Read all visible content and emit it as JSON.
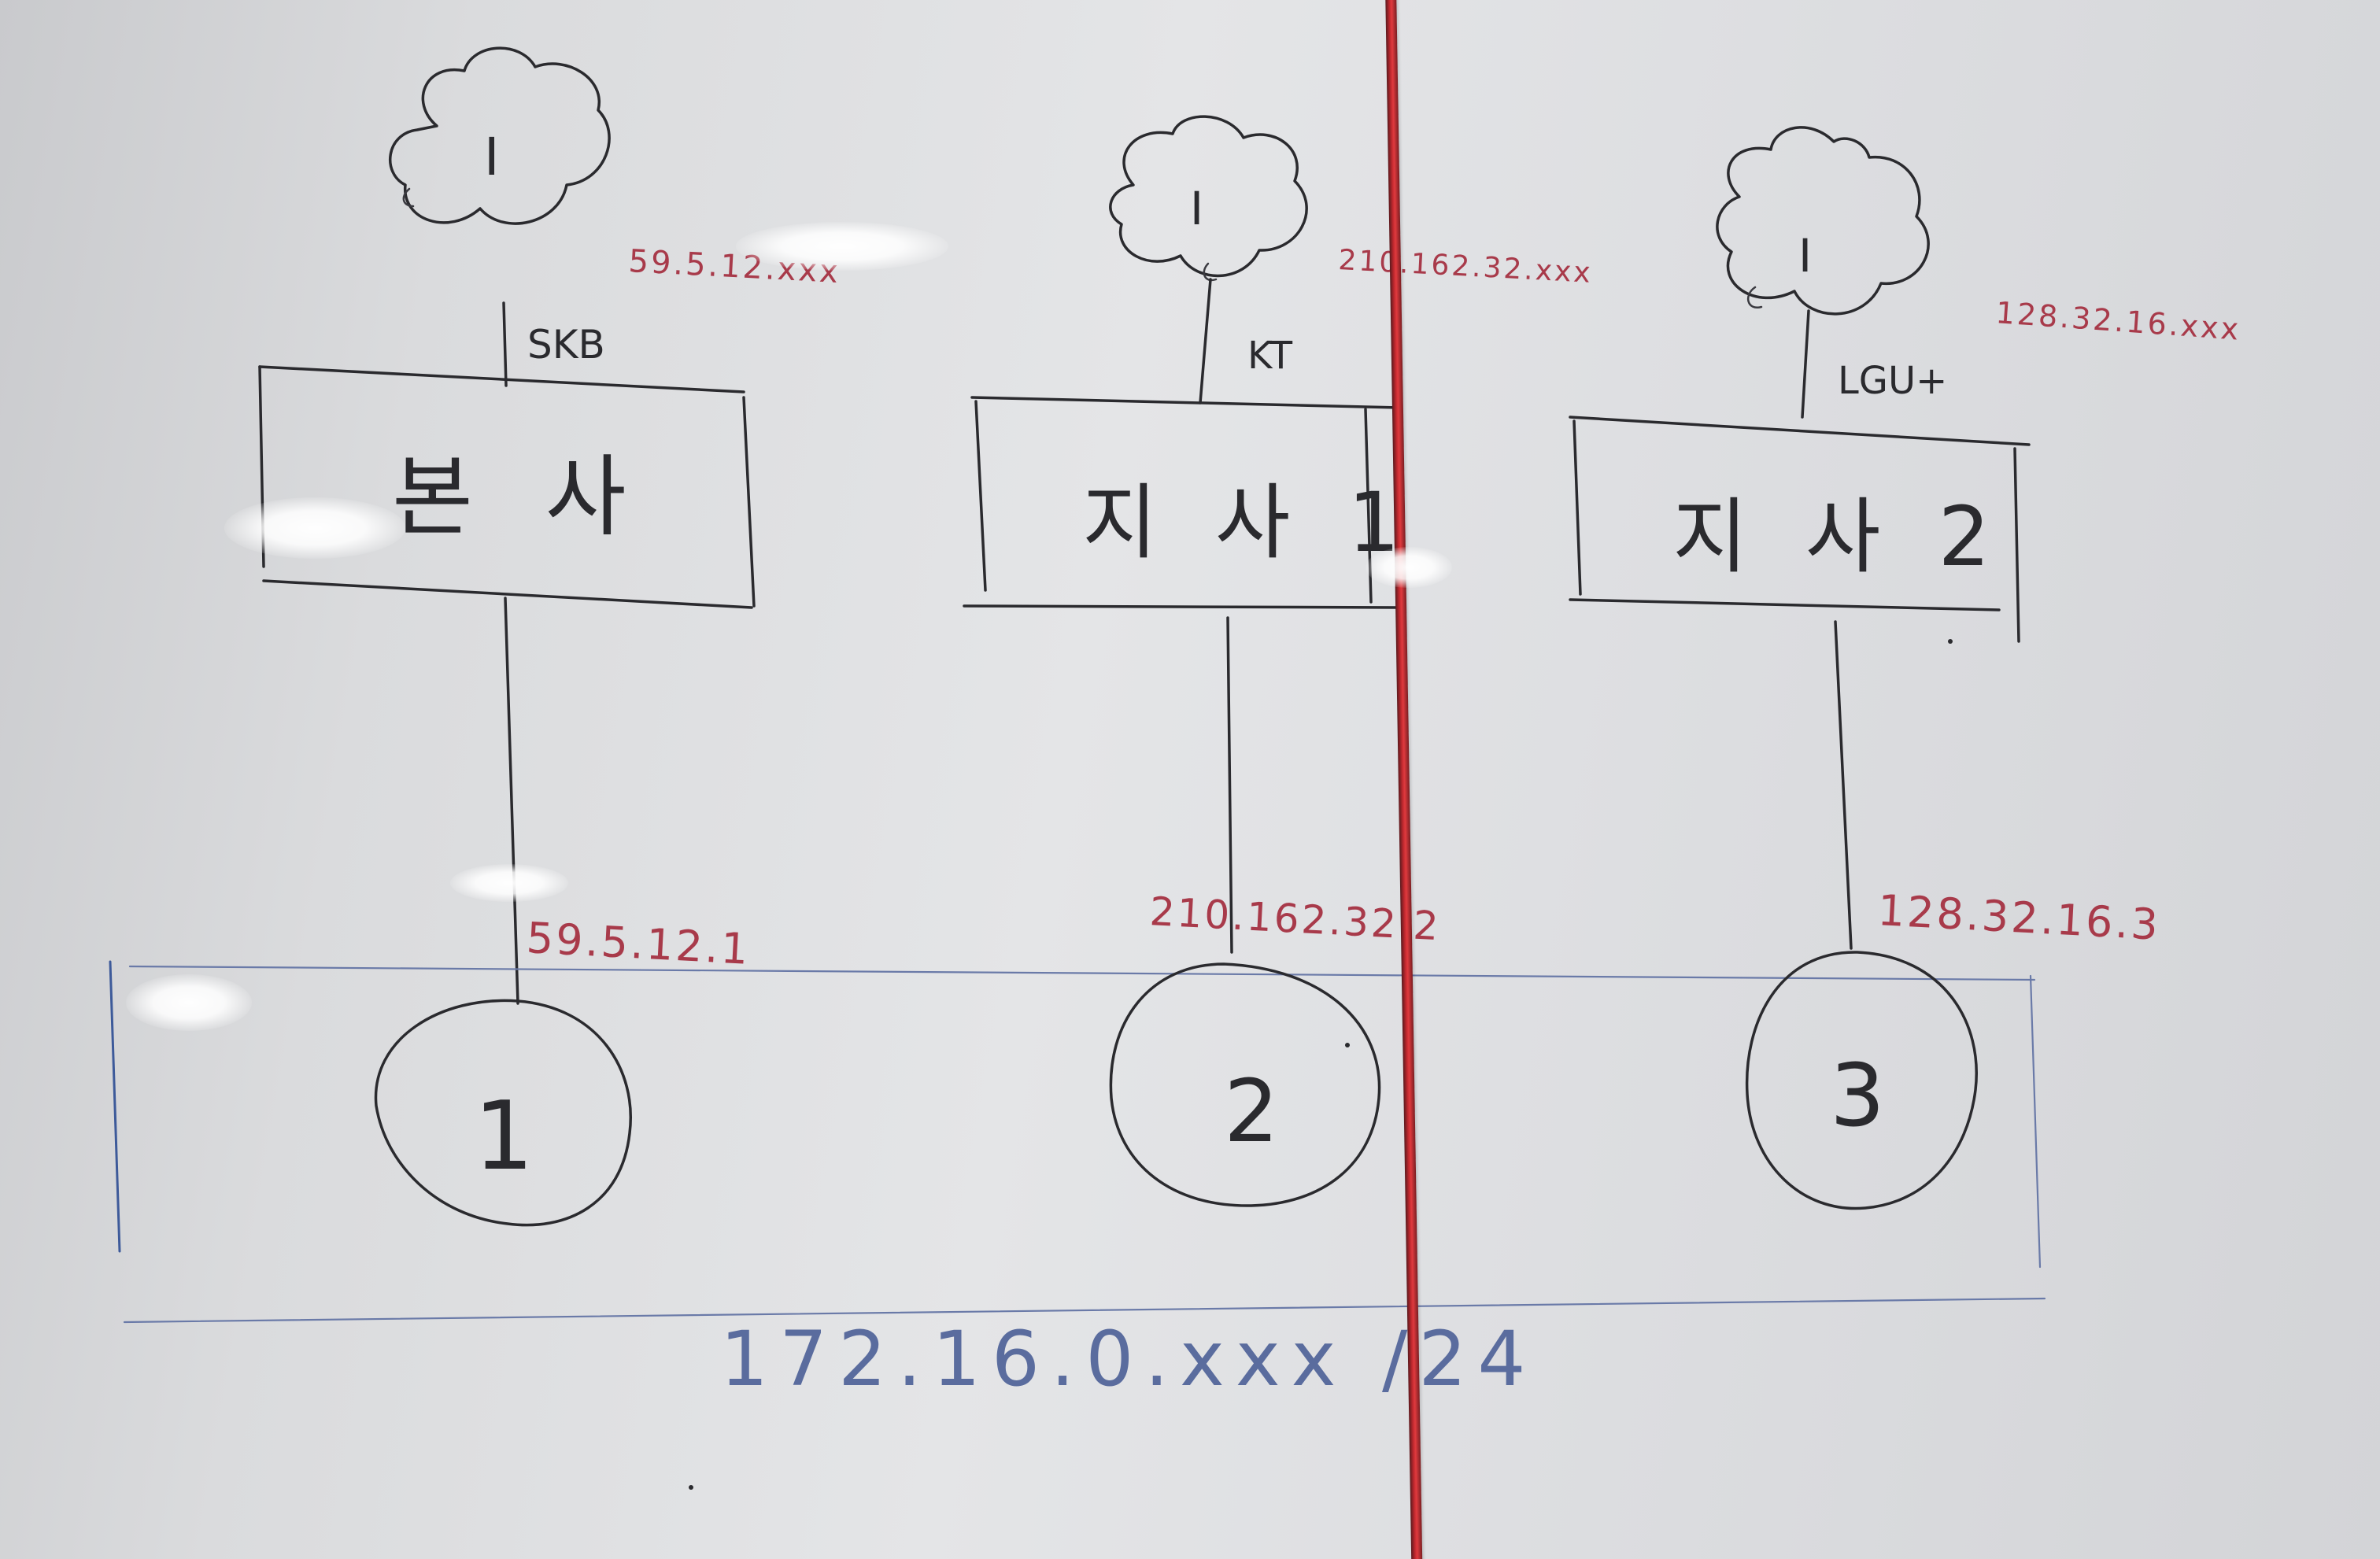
{
  "nodes": [
    {
      "id": "hq",
      "box_label": "본 사",
      "cloud_label": "I",
      "isp": "SKB",
      "public_ip": "59.5.12.xxx",
      "circle_label": "1",
      "link_ip": "59.5.12.1"
    },
    {
      "id": "branch1",
      "box_label": "지 사 1",
      "cloud_label": "I",
      "isp": "KT",
      "public_ip": "210.162.32.xxx",
      "circle_label": "2",
      "link_ip": "210.162.32.2"
    },
    {
      "id": "branch2",
      "box_label": "지 사 2",
      "cloud_label": "I",
      "isp": "LGU+",
      "public_ip": "128.32.16.xxx",
      "circle_label": "3",
      "link_ip": "128.32.16.3"
    }
  ],
  "subnet_label": "172.16.0.xxx /24",
  "colors": {
    "black_ink": "#2a2a2e",
    "red_ink": "#a83a4a",
    "blue_ink": "#5a6c9e",
    "marker_stripe": "#c0282e",
    "board": "#dadbdd"
  }
}
